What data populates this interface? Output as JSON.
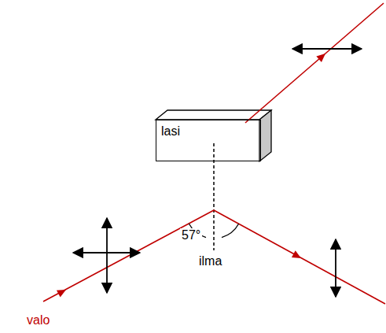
{
  "diagram": {
    "nodes": [
      {
        "text": [
          "lasi"
        ]
      }
    ],
    "labels": [
      "57°",
      "ilma",
      "valo"
    ]
  }
}
